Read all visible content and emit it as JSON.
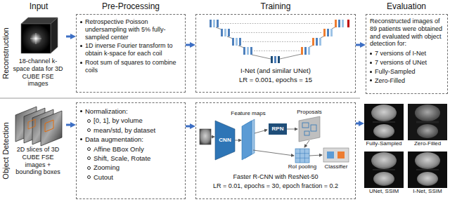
{
  "diagram": {
    "nodes": [
      {
        "text": [
          "18-channel k-space data for 3D CUBE FSE images"
        ]
      },
      {
        "text": [
          "Retrospective Poisson undersampling with 5% fully-sampled center",
          "1D inverse Fourier transform to obtain k-space for each coil",
          "Root sum of squares to combine coils"
        ]
      },
      {
        "text": [
          "I-Net (and similar UNet)",
          "LR = 0.001, epochs = 15"
        ]
      },
      {
        "text": [
          "Reconstructed images of 89 patients were obtained and evaluated with object detection for:",
          "7 versions of I-Net",
          "7 versions of UNet",
          "Fully-Sampled",
          "Zero-Filled"
        ]
      },
      {
        "text": [
          "2D slices of 3D CUBE FSE images + bounding boxes"
        ]
      },
      {
        "text": [
          "Normalization:",
          "[0, 1], by volume",
          "mean/std, by dataset",
          "Data augmentation:",
          "Affine BBox Only",
          "Shift, Scale, Rotate",
          "Zooming",
          "Cutout"
        ]
      },
      {
        "text": [
          "Faster R-CNN with ResNet-50",
          "LR = 0.01, epochs = 30, epoch fraction = 0.2"
        ]
      },
      {
        "text": [
          "Fully-Sampled",
          "Zero-Filled",
          "UNet, SSIM",
          "I-Net, SSIM"
        ]
      }
    ],
    "edges": [
      {
        "from": 0,
        "to": 1,
        "arrow": "to"
      },
      {
        "from": 1,
        "to": 2,
        "arrow": "to"
      },
      {
        "from": 2,
        "to": 3,
        "arrow": "to"
      },
      {
        "from": 4,
        "to": 5,
        "arrow": "to"
      },
      {
        "from": 5,
        "to": 6,
        "arrow": "to"
      },
      {
        "from": 6,
        "to": 7,
        "arrow": "to"
      }
    ],
    "labels": [
      "Input",
      "Pre-Processing",
      "Training",
      "Evaluation",
      "Reconstruction",
      "Object Detection",
      "Feature maps",
      "CNN",
      "RPN",
      "Proposals",
      "RoI pooling",
      "Classifier"
    ]
  }
}
